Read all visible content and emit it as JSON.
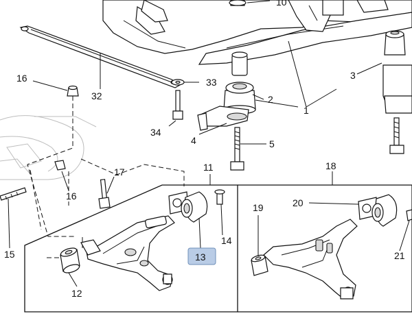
{
  "callouts": {
    "c1": "1",
    "c2": "2",
    "c3": "3",
    "c4": "4",
    "c5": "5",
    "c10": "10",
    "c11": "11",
    "c12": "12",
    "c13": "13",
    "c14": "14",
    "c15": "15",
    "c16a": "16",
    "c16b": "16",
    "c17": "17",
    "c18": "18",
    "c19": "19",
    "c20": "20",
    "c21": "21",
    "c32": "32",
    "c33": "33",
    "c34": "34"
  },
  "colors": {
    "highlight_fill": "#b9cce6",
    "highlight_stroke": "#6f8fb8",
    "line": "#111111",
    "shade": "#d9d9d9"
  }
}
